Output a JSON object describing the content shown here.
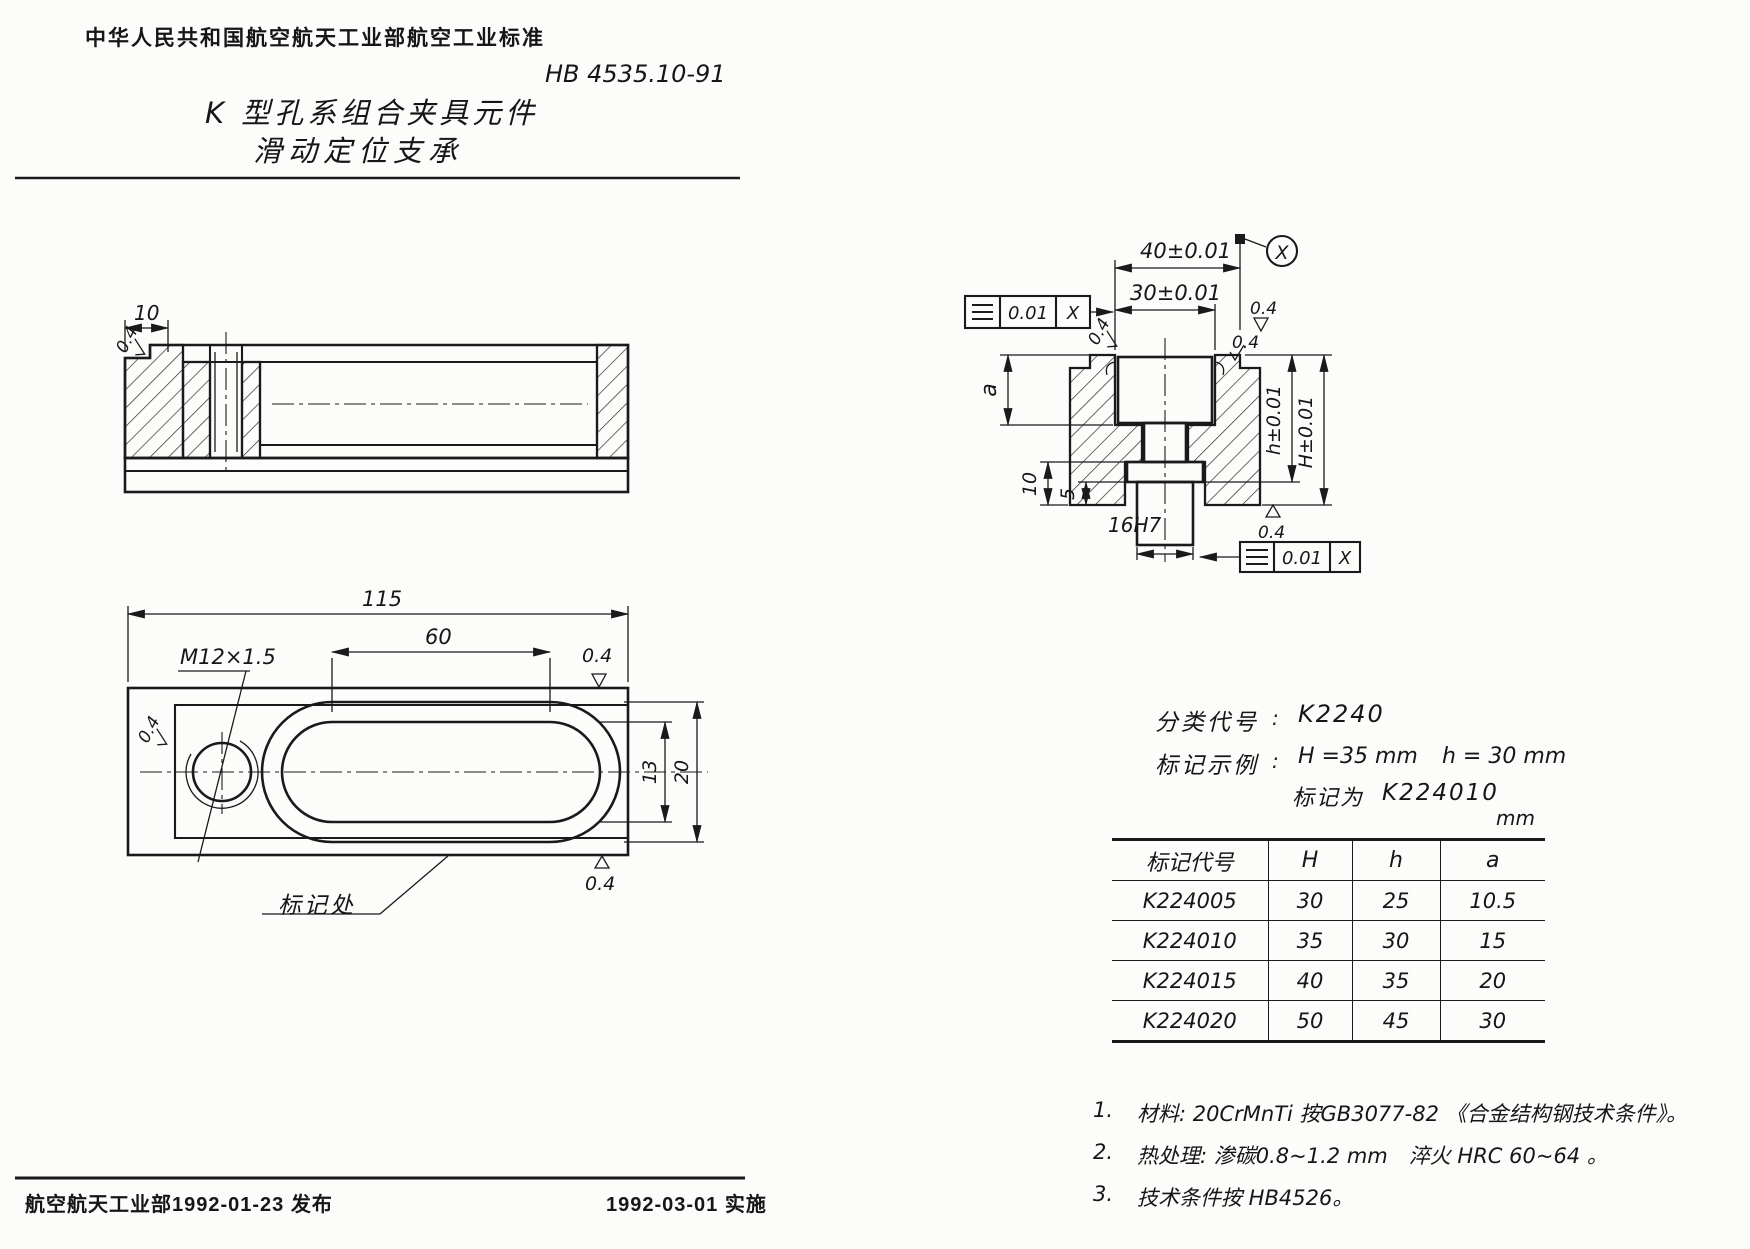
{
  "page": {
    "header": "中华人民共和国航空航天工业部航空工业标准",
    "standard_no": "HB 4535.10-91",
    "title_line1": "K 型孔系组合夹具元件",
    "title_line2": "滑动定位支承"
  },
  "side_view": {
    "dim_edge": "10",
    "finish": "0.4"
  },
  "top_view": {
    "dim_length": "115",
    "dim_slot_len": "60",
    "thread": "M12×1.5",
    "dim_slot_w": "13",
    "dim_recess_w": "20",
    "finish": "0.4",
    "marking_label": "标记处"
  },
  "section_view": {
    "dim_40": "40±0.01",
    "dim_30": "30±0.01",
    "tol_value": "0.01",
    "tol_datum": "X",
    "datum_label": "X",
    "dim_a": "a",
    "dim_10": "10",
    "dim_5": "5",
    "dim_hole": "16H7",
    "dim_h": "h±0.01",
    "dim_H": "H±0.01",
    "finish": "0.4"
  },
  "cls": {
    "code_label": "分类代号",
    "colon": ":",
    "code": "K2240",
    "mark_label": "标记示例",
    "mark_h": "H =35 mm",
    "mark_hh": "h = 30 mm",
    "mark_prefix": "标记为",
    "mark_value": "K224010"
  },
  "table": {
    "unit": "mm",
    "headers": [
      "标记代号",
      "H",
      "h",
      "a"
    ],
    "rows": [
      [
        "K224005",
        "30",
        "25",
        "10.5"
      ],
      [
        "K224010",
        "35",
        "30",
        "15"
      ],
      [
        "K224015",
        "40",
        "35",
        "20"
      ],
      [
        "K224020",
        "50",
        "45",
        "30"
      ]
    ]
  },
  "notes": [
    {
      "no": "1.",
      "text": "材料: 20CrMnTi 按GB3077-82 《合金结构钢技术条件》。"
    },
    {
      "no": "2.",
      "text": "热处理: 渗碳0.8~1.2 mm　淬火 HRC 60~64 。"
    },
    {
      "no": "3.",
      "text": "技术条件按 HB4526。"
    }
  ],
  "footer": {
    "left": "航空航天工业部1992-01-23 发布",
    "right": "1992-03-01 实施"
  }
}
